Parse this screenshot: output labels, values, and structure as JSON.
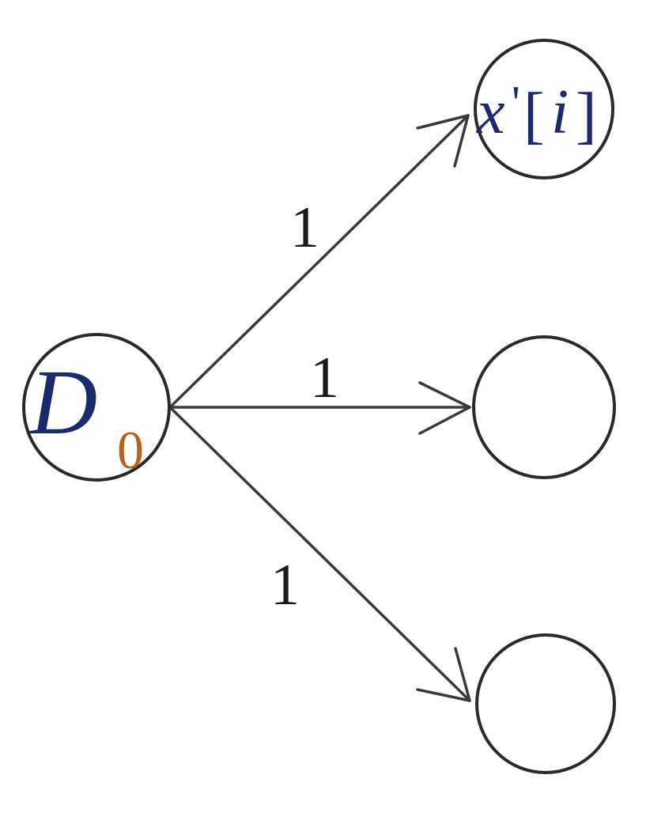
{
  "source_node": {
    "letter": "D",
    "subscript": "0"
  },
  "target_nodes": [
    {
      "label_base": "x",
      "label_prime": "'",
      "label_open": "[",
      "label_index": "i",
      "label_close": "]"
    },
    {
      "label_base": ""
    },
    {
      "label_base": ""
    }
  ],
  "edges": [
    {
      "from": "source_node",
      "to": "target_nodes.0",
      "weight": "1"
    },
    {
      "from": "source_node",
      "to": "target_nodes.1",
      "weight": "1"
    },
    {
      "from": "source_node",
      "to": "target_nodes.2",
      "weight": "1"
    }
  ],
  "colors": {
    "stroke": "#2a2a2a",
    "letter_blue": "#1a2a6c",
    "digit_orange": "#b5651d"
  }
}
